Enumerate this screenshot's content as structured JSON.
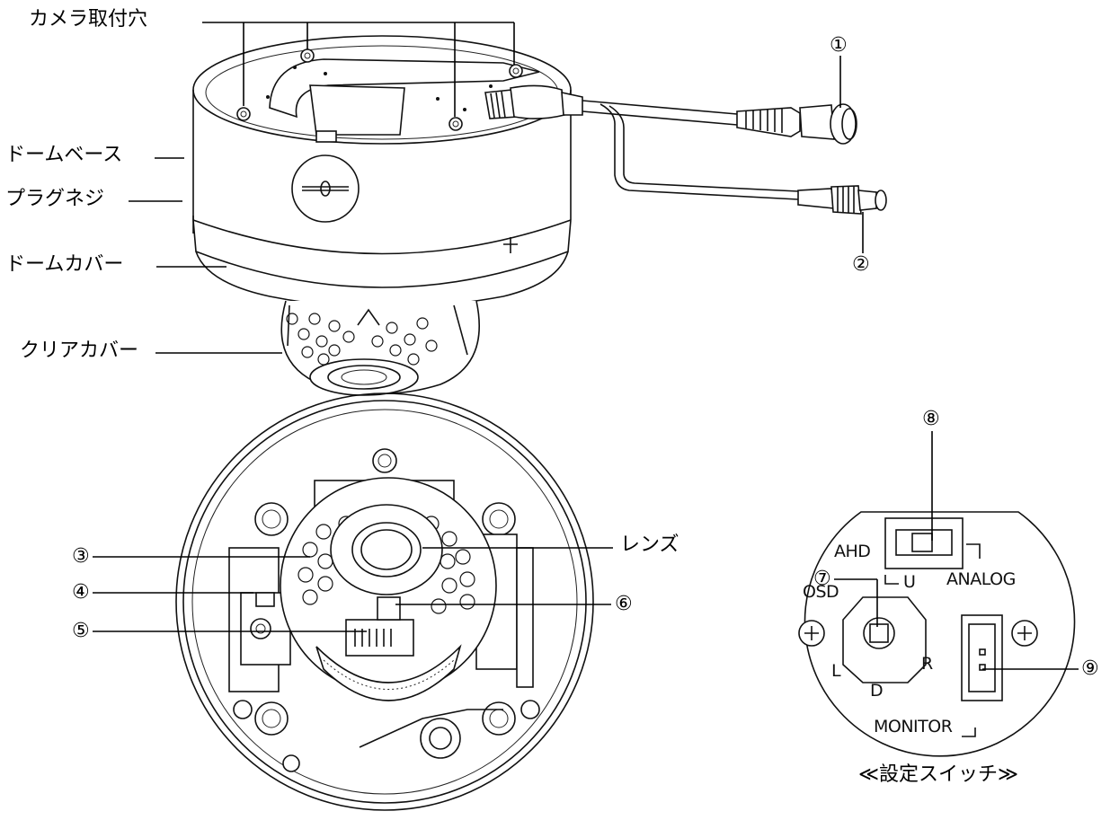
{
  "labels": {
    "mount_holes": "カメラ取付穴",
    "dome_base": "ドームベース",
    "plug_screw": "プラグネジ",
    "dome_cover": "ドームカバー",
    "clear_cover": "クリアカバー",
    "lens": "レンズ",
    "switch_caption": "≪設定スイッチ≫"
  },
  "callouts": {
    "n1": "①",
    "n2": "②",
    "n3": "③",
    "n4": "④",
    "n5": "⑤",
    "n6": "⑥",
    "n7": "⑦",
    "n8": "⑧",
    "n9": "⑨"
  },
  "switch_panel": {
    "ahd": "AHD",
    "analog": "ANALOG",
    "osd": "OSD",
    "u": "U",
    "l": "L",
    "r": "R",
    "d": "D",
    "monitor": "MONITOR"
  }
}
